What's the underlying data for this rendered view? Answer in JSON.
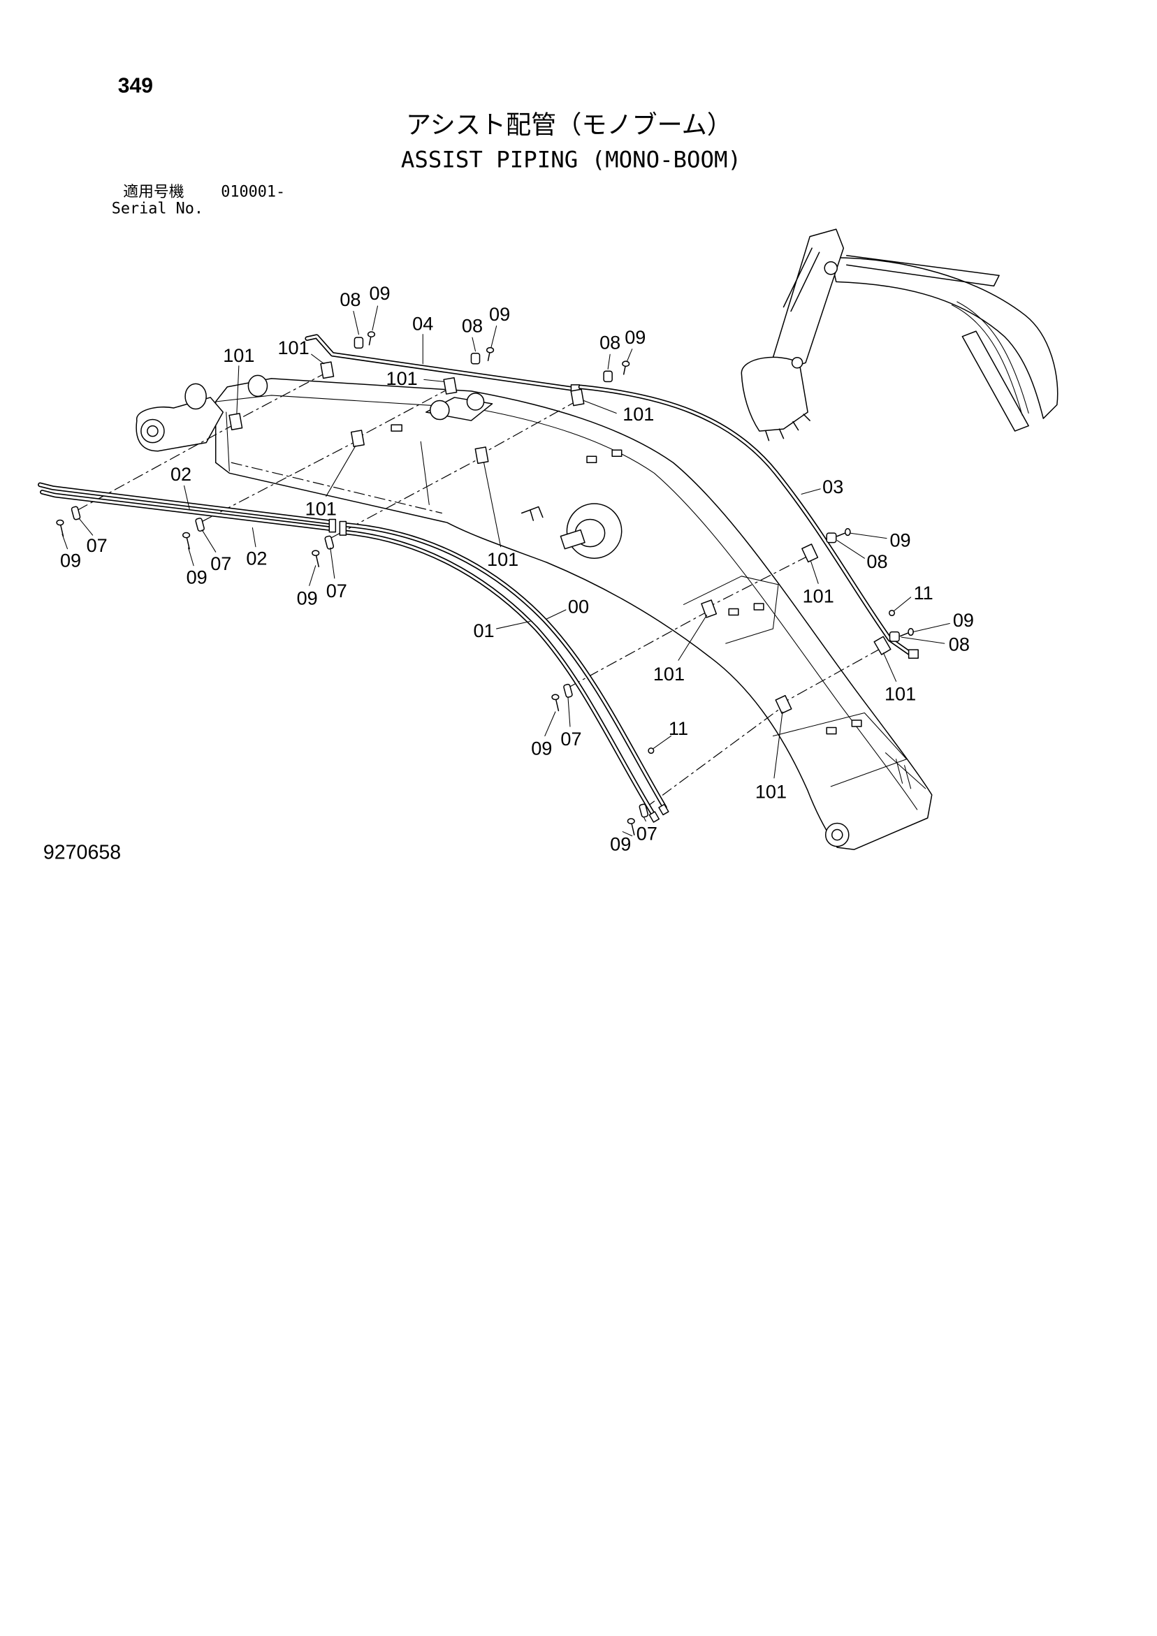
{
  "page": {
    "page_number": "349",
    "title_ja": "アシスト配管（モノブーム）",
    "title_en": "ASSIST PIPING (MONO-BOOM)",
    "applicability_label": "適用号機",
    "serial_from": "010001-",
    "serial_label": "Serial No.",
    "drawing_number": "9270658"
  },
  "diagram": {
    "callouts": [
      "08",
      "09",
      "04",
      "08",
      "09",
      "08",
      "09",
      "101",
      "101",
      "101",
      "101",
      "02",
      "101",
      "03",
      "09",
      "08",
      "07",
      "09",
      "09",
      "07",
      "02",
      "101",
      "101",
      "09",
      "07",
      "11",
      "09",
      "08",
      "00",
      "01",
      "101",
      "101",
      "11",
      "09",
      "07",
      "101",
      "09",
      "07"
    ]
  }
}
